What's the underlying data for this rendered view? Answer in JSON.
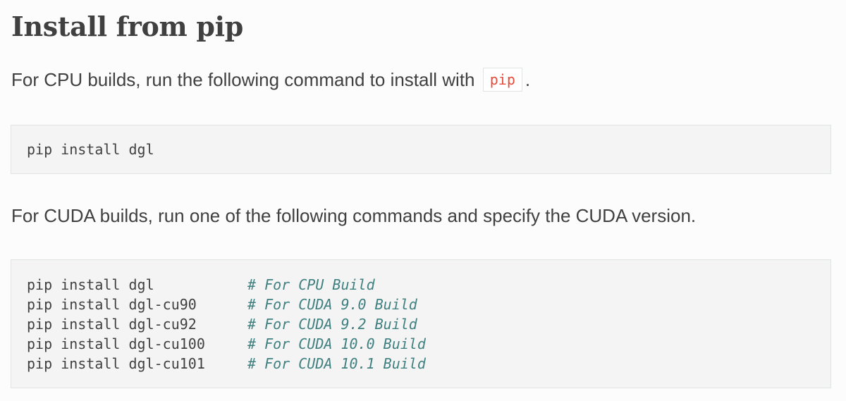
{
  "heading": "Install from pip",
  "cpu_section": {
    "text_before": "For CPU builds, run the following command to install with ",
    "inline_code": "pip",
    "text_after": ".",
    "command": "pip install dgl"
  },
  "cuda_section": {
    "text": "For CUDA builds, run one of the following commands and specify the CUDA version.",
    "lines": [
      {
        "command": "pip install dgl",
        "comment": "# For CPU Build"
      },
      {
        "command": "pip install dgl-cu90",
        "comment": "# For CUDA 9.0 Build"
      },
      {
        "command": "pip install dgl-cu92",
        "comment": "# For CUDA 9.2 Build"
      },
      {
        "command": "pip install dgl-cu100",
        "comment": "# For CUDA 10.0 Build"
      },
      {
        "command": "pip install dgl-cu101",
        "comment": "# For CUDA 10.1 Build"
      }
    ]
  },
  "colors": {
    "text": "#404040",
    "inline_code": "#e74c3c",
    "code_background": "#f4f4f4",
    "code_border": "#e1e4e5",
    "comment": "#408080"
  }
}
